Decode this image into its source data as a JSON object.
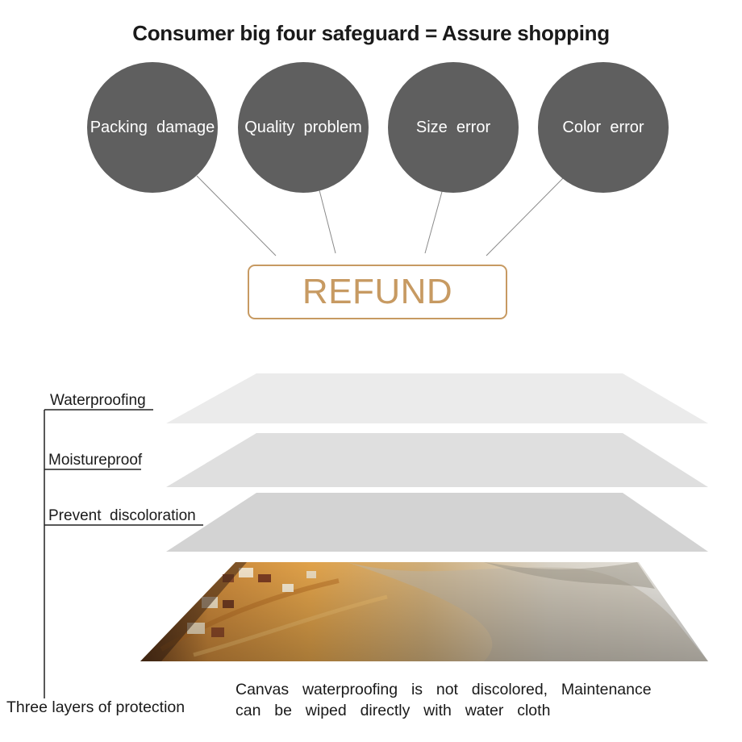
{
  "header": {
    "title": "Consumer big four safeguard = Assure shopping"
  },
  "safeguards": [
    {
      "label": "Packing  damage"
    },
    {
      "label": "Quality  problem"
    },
    {
      "label": "Size  error"
    },
    {
      "label": "Color  error"
    }
  ],
  "refund": {
    "label": "REFUND"
  },
  "layers": [
    {
      "label": "Waterproofing"
    },
    {
      "label": "Moistureproof"
    },
    {
      "label": "Prevent  discoloration"
    }
  ],
  "bracket_label": "Three layers of protection",
  "description": {
    "line1": "Canvas  waterproofing  is  not  discolored,  Maintenance",
    "line2": "can  be  wiped  directly  with  water  cloth"
  },
  "colors": {
    "circle": "#5f5f5f",
    "accent": "#c79a62",
    "layer_top": "#ebebeb",
    "layer_mid": "#dfdfdf",
    "layer_low": "#d3d3d3"
  },
  "icons": {
    "canvas_artwork": "painted-landscape-image"
  }
}
